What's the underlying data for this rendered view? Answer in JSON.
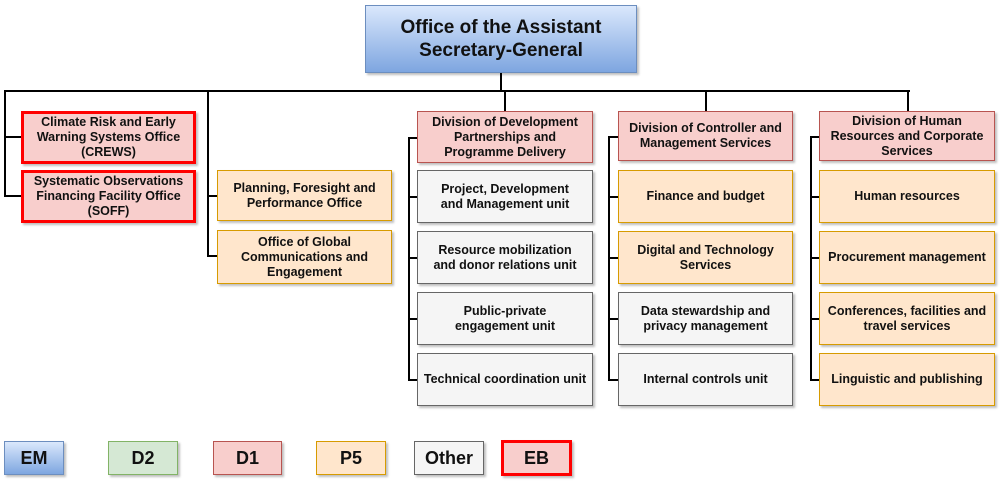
{
  "top": "Office of the Assistant Secretary-General",
  "branch1": [
    "Climate Risk and Early Warning Systems Office (CREWS)",
    "Systematic Observations Financing Facility Office (SOFF)"
  ],
  "branch2": [
    "Planning, Foresight and Performance Office",
    "Office of Global Communications and Engagement"
  ],
  "div1": {
    "title": "Division of Development Partnerships and Programme Delivery",
    "units": [
      "Project, Development and Management unit",
      "Resource mobilization and donor relations unit",
      "Public-private engagement unit",
      "Technical coordination unit"
    ]
  },
  "div2": {
    "title": "Division of Controller and Management Services",
    "units": [
      "Finance and budget",
      "Digital and Technology Services",
      "Data stewardship and privacy management",
      "Internal controls unit"
    ]
  },
  "div3": {
    "title": "Division of Human Resources and Corporate Services",
    "units": [
      "Human resources",
      "Procurement management",
      "Conferences, facilities and travel services",
      "Linguistic and publishing"
    ]
  },
  "legend": [
    "EM",
    "D2",
    "D1",
    "P5",
    "Other",
    "EB"
  ],
  "colors": {
    "em": "#7ea6e0",
    "d2": "#d5e8d4",
    "d1": "#f8cecc",
    "p5": "#ffe6cc",
    "other": "#f5f5f5",
    "eb_border": "#ff0000"
  }
}
